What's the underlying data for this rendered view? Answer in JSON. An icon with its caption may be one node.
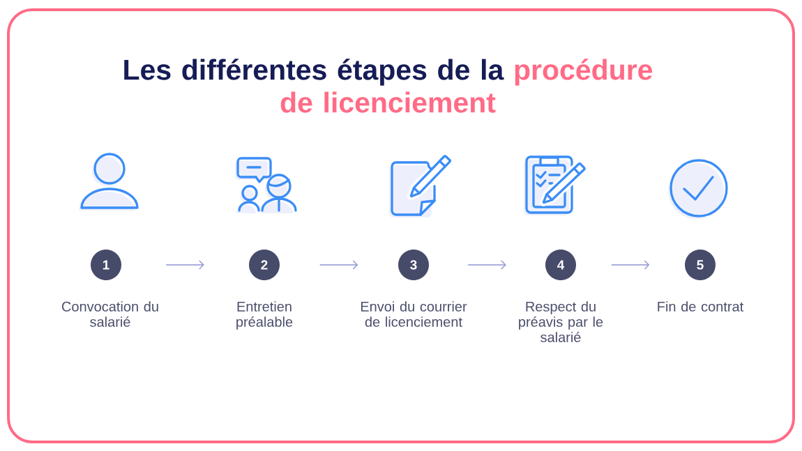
{
  "diagram": {
    "title": "Les différentes étapes de la procédure de licenciement",
    "nodes": [
      {
        "text": [
          "1"
        ],
        "beside": [
          "Convocation du salarié"
        ]
      },
      {
        "text": [
          "2"
        ],
        "beside": [
          "Entretien préalable"
        ]
      },
      {
        "text": [
          "3"
        ],
        "beside": [
          "Envoi du courrier de licenciement"
        ]
      },
      {
        "text": [
          "4"
        ],
        "beside": [
          "Respect du préavis par le salarié"
        ]
      },
      {
        "text": [
          "5"
        ],
        "beside": [
          "Fin de contrat"
        ]
      }
    ],
    "edges": [
      {
        "from": 0,
        "to": 1,
        "arrow": "to"
      },
      {
        "from": 1,
        "to": 2,
        "arrow": "to"
      },
      {
        "from": 2,
        "to": 3,
        "arrow": "to"
      },
      {
        "from": 3,
        "to": 4,
        "arrow": "to"
      }
    ]
  }
}
